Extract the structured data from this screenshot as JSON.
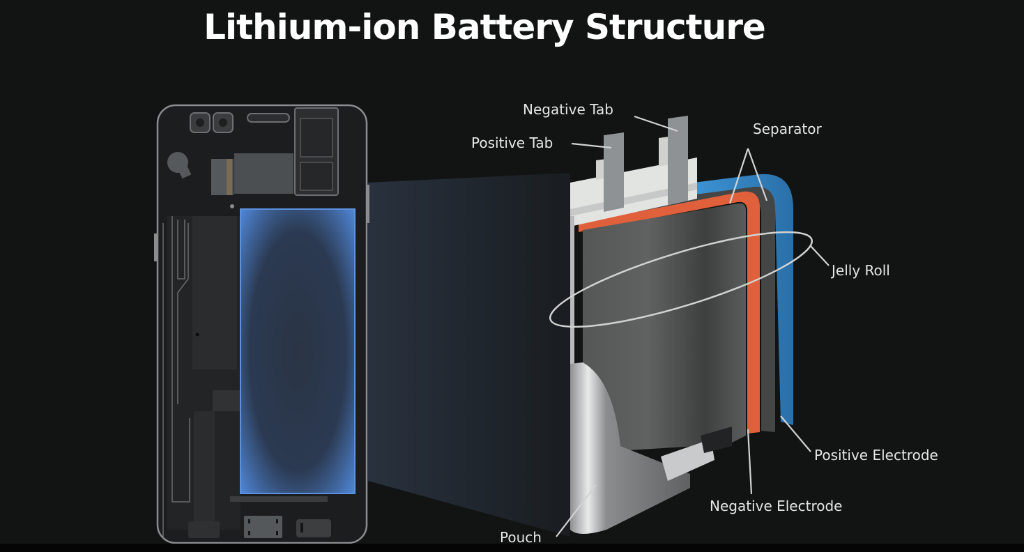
{
  "slide": {
    "title": "Lithium-ion Battery Structure",
    "background_color": "#121413"
  },
  "phone": {
    "description": "Smartphone internals x-ray view with highlighted battery",
    "battery_highlight_color": "#4f86d6"
  },
  "battery_cell": {
    "colors": {
      "positive_electrode": "#3b8fd0",
      "negative_electrode": "#e2633f",
      "separator": "#4b4d4d",
      "pouch": "#6d6f70",
      "tabs": "#8f9294",
      "tab_seal": "#e4e6e4"
    }
  },
  "labels": {
    "negative_tab": "Negative Tab",
    "positive_tab": "Positive Tab",
    "separator": "Separator",
    "jelly_roll": "Jelly Roll",
    "positive_electrode": "Positive Electrode",
    "negative_electrode": "Negative Electrode",
    "pouch": "Pouch"
  }
}
